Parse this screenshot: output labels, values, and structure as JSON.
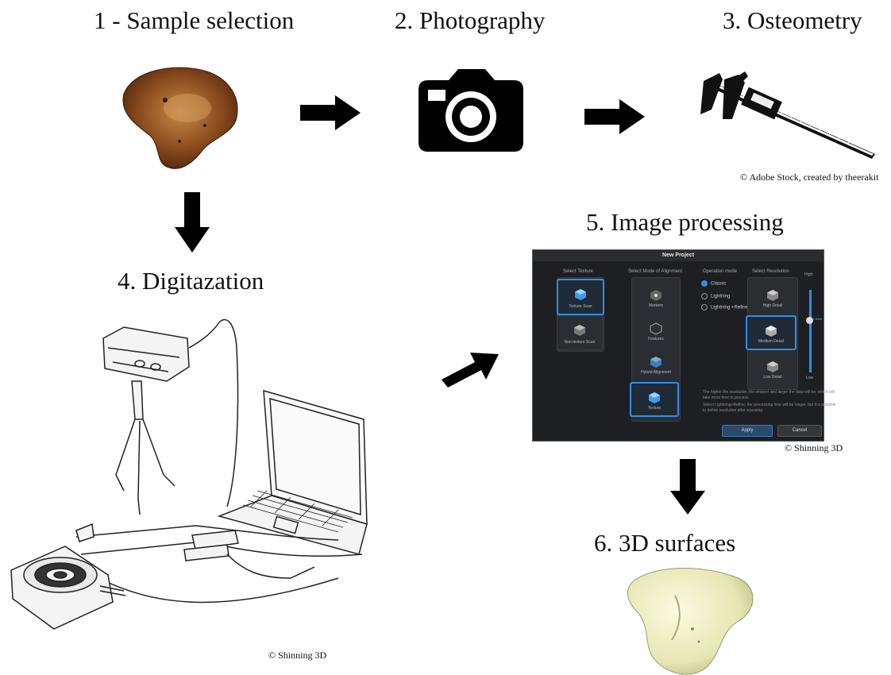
{
  "steps": {
    "s1": "1 - Sample selection",
    "s2": "2. Photography",
    "s3": "3. Osteometry",
    "s4": "4. Digitazation",
    "s5": "5. Image processing",
    "s6": "6. 3D surfaces"
  },
  "credits": {
    "adobe": "Adobe Stock, created by theerakit",
    "shining_panel": "Shinning 3D",
    "shining_scanner": "Shinning 3D"
  },
  "screenshot": {
    "window_title": "New Project",
    "col_texture": "Select Texture",
    "col_alignment": "Select Mode of Alignment",
    "col_operation": "Operation mode",
    "col_resolution": "Select Resolution",
    "texture_scan": "Texture Scan",
    "non_texture_scan": "Non-texture Scan",
    "markers": "Markers",
    "features": "Features",
    "hybrid": "Hybrid Alignment",
    "texture": "Texture",
    "mode_classic": "Classic",
    "mode_lightning": "Lightning",
    "mode_lightning_refine": "Lightning +Refine",
    "high_detail": "High Detail",
    "medium_detail": "Medium Detail",
    "low_detail": "Low Detail",
    "slider_high": "High",
    "slider_low": "Low",
    "slider_value": "0.3mm",
    "note1": "The higher the resolution, the sharper and larger the data will be, which will take more time to process",
    "note2": "Select Lightning+Refine, the processing time will be longer, but it is possible to define resolution after scanning.",
    "apply": "Apply",
    "cancel": "Cancel"
  },
  "colors": {
    "arrow": "#000000",
    "accent": "#2f8fe8",
    "bone": "#8a4a1c",
    "surface": "#eeeec0"
  }
}
